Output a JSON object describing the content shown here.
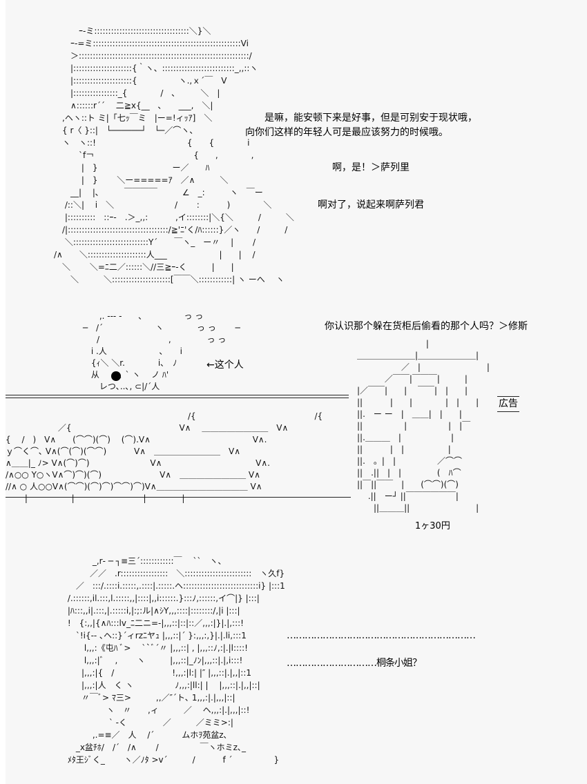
{
  "panel1": {
    "dialog_1": "　　是嘛，能安顿下来是好事，但是可别安于现状哦，\n向你们这样的年轻人可是最应该努力的时候哦。",
    "dialog_2": "啊，是！＞萨列里",
    "dialog_3": "啊对了，说起来啊萨列君",
    "art": [
      "　　　ｰ-ミ::::::::::::::::::::::::::::::::::＼}＼",
      "　　ｰ-=ミ:::::::::::::::::::::::::::::::::::::::::::::::::::::Vi",
      "　　＞:::::::::::::::::::::::::::::::::::::::::::::::::::::::::::::/",
      "　　|:::::::::::::::::::::{｀ヽ、::::::::::::::::::::::::::_,,::ヽ",
      "　　|:::::::::::::::::::::{　　　　　ヽ.,ｘ´￣　V",
      "　　|::::::::::::::::_{　　　　/　､　　　＼　|",
      "　　∧::::::r´ˊ　 二≧x{__　､　　___,　＼|",
      "　,ヘヽ::ト ミ|「七ｯ￣ミ　|ー=!ィｯｱ]　＼",
      "　{ r〈 }::|　└──────┘　└─／⌒ヽ、",
      "　ヽ　ヽ::!　　　　　　　　　　　{　　{　　　　i",
      "　　　`f￢　　　　　　　　　　　　{　　,　　　　,",
      "　　　 |　}　　　　　　　　　ー／　　ﾊ",
      "　　　 |　}　　 ＼ー=====ｱ　／∧　　　＼",
      "　　__|　 |､　　　￣￣￣￣　　　∠　_:　　　ヽ　￣ー",
      "　 /::＼|　 i　＼　　　　　　　 /　　 :　　　 )　　　　＼",
      "　 |::::::::::　::ｰ-　.＞_,,:　　　 ,イ::::::::|＼{＼　　　/　　　＼",
      "　/|::::::::::::::::::::::::::::::::::::/≧'ﾆ'く/ﾊ::::::}／ヽ　　/　　　/",
      "　 ＼:::::::::::::::::::::::::::Y´　　￣ヽ_　ー〃　 |　　 /",
      "/∧　　＼:::::::::::::::::::::人___　　　　　　 |　　|　 /",
      "　＼　　 ＼=ﾆ二／::::::＼//三≧ｰ-く　　　|　　|",
      "　　＼　　　＼:::::::::::::::::::::[￣￣＼::::::::::::| ヽ ーへ　 ヽ"
    ]
  },
  "panel2": {
    "bubble_sfx": "っ っ",
    "pointer_label": "←这个人",
    "dialog": "你认识那个躲在货柜后偷看的那个人吗？＞修斯",
    "ad_label": "広告",
    "price": "1ヶ30円",
    "art": [
      "　　　　　　　　　　　 ,. -‐‐ -　　､　　　　　っ っ",
      "　　　　　　　　　 ─　/´　　　　　　 ヽ　　　　っ っ　　 ─",
      "　　　　　　　　　　　/　　　　　　　　 ,　　　　 っ っ",
      "　　　　　　　　　　 i .人　　　　　　 ､　　i",
      "　　　　　　　　　　 {ｨ＼ ＼r.　　　　i､　ﾉ",
      "　　　　　　　　　　 从　　 ､ ` ヽ　 ノ ﾊ'",
      "　　　　　　　　　　　 レつ､..､, ⊂|/´人"
    ],
    "art_bottom": [
      "　　　　　　　　　　　　　　　　　　　　　　/{　　　　　　　　　　　　　　 /{",
      "　　　　　　 ／{　　　　　　　　　　　　　V∧　 ＿＿＿＿＿＿＿＿　V∧",
      "{　 /　)　V∧　　(⌒⌒)(⌒)　 (⌒).V∧　　　　　　　　　　　　 V∧.",
      "ｙ⌒く⌒､ V∧(⌒(⌒)(⌒⌒)　　　 V∧　＿＿＿＿＿＿＿＿　V∧",
      "∧＿＿|_ ﾉ> V∧(⌒)⌒)　　　　　　　 V∧　　　　　　　　　　　 V∧.",
      "/∧○○ Y○ヽV∧⌒)⌒)(⌒)　　　　　　　V∧　＿＿＿＿＿＿＿＿ V∧",
      "//∧ ○ 人○○V∧(⌒⌒)(⌒)⌒)⌒⌒)⌒)V∧＿＿＿＿＿＿＿＿＿＿＿ V∧",
      "　　 |　　　　　 |　　　　　　　　 |　　　　 |"
    ],
    "store_art": [
      "　　　　　　　　　 |",
      "　＿＿＿＿＿＿＿|＿＿＿＿＿＿＿|",
      "　　　　　　 ／　|　　　　　　　　|",
      "　　　　 ／￣￣|￣￣￣|　　　|",
      "　|／￣￣|　　|　 ￣￣|　|　　|",
      "　||　　　 |　　|　　　　|　|　　|",
      "　||.　ー ー　|　＿＿|　|　　|",
      "　||　　　　　|　　　　　|　|￣",
      "　||.＿＿＿　|　　　　　　|",
      "　||　　　 |　|　　　　　 |",
      "　||.　。|　|　　　　　／⌒⌒",
      "　||　.||　|　|　　　　 (　ﾊ⌒",
      "　||￣||￣￣　|　　(⌒⌒)(⌒)",
      "　　 .||　ー┘ ||￣￣￣￣￣￣|",
      "　　　||＿＿＿||　　　　　　　　|"
    ]
  },
  "panel3": {
    "dialog_1": "………………………………………………………",
    "dialog_2": "…………………………桐条小姐？",
    "art": [
      "　　　　　 _,r‐ ─ ┐≡三´::::::::::::￣　 ``　ヽ、",
      "　　　　　／／　.r:::::::::::::::::　＼::::::::::::::::::::::::　ヽ久f}",
      "　　　 ／　:::/.::::i.:::::,.::::|.:::::.ヘ:::::::::::::::::::::::::::i} |:::1",
      "　　 /.::::::,il.:::,l.:::::,,|::::|,,i::::::.}:::ﾉ,::::::,イ⌒|} |:::|",
      "　　 |ﾊ:::,,i|.:::,|.:::::i,|:;:ル|∧ｼY,,,::::|::::::::/,|i |:::|",
      "　　 !　{:,,|{∧ﾊ:::lv_ﾆ二ニ=‐|,,,::|::|::／,,,:|}|.|,:::!",
      "　　　 `!i{‐- ､ヘ::}´ィrzﾆヤｭ |,,,::|´ }:,,,:,}|.|.li,:::1",
      "　　　　 l,,,:《屯ﾊ ﾞ>　 ``ﾞ´〃 |,,,::| , |,,,::ﾉ,:|.|l::::!",
      "　　　　 l,,,:|ﾞ　 ,　　 ヽ　　　|,,,::|_ﾉﾝ|,,,::|.|,i:::!",
      "　　　　|,,,:|{　/　　　　　　　!,,,:|l:| |″ |,,,::|.|,,|::1",
      "　　　　|,,,:|人　く ヽ　　　　　ﾉ,,,:|ll:| |　 |,,,::|.|,,|::|",
      "　　　　〃￣ﾞ> ﾏ三>　　　,,／″´ト､ 1,,,:|.|,,,|::|",
      "　　　　　　　ヽ　〃　　,ィ　　　／　 ヘ,,,:|.|,,,|::!",
      "　　　　　　　 ` -く　　　　 ／　　　／ミミ>:|",
      "　　　　　 ,.=≡／　人　 /´　　　 ムホｦ苑盆z､",
      "　　　 _x盆ﾁﾎ/　/´　/∧　　 /　　　　　￣ヽホミz､_",
      "　　 ﾒﾀ王ｼﾞく_　　 ヽ／ﾉﾀ >v´　　　/　　　 f ´　　　　　}"
    ]
  }
}
